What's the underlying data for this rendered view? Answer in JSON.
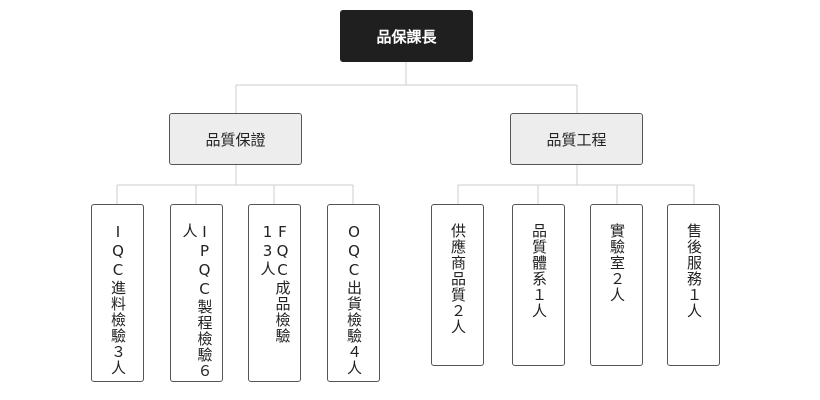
{
  "root": {
    "label": "品保課長"
  },
  "branches": [
    {
      "label": "品質保證",
      "children": [
        "IQC進料檢驗３人",
        "IPQC製程檢驗６人",
        "FQC成品檢驗13人",
        "OQC出貨檢驗４人"
      ]
    },
    {
      "label": "品質工程",
      "children": [
        "供應商品質２人",
        "品質體系１人",
        "實驗室２人",
        "售後服務１人"
      ]
    }
  ],
  "colors": {
    "root_fill": "#1f1f1f",
    "root_text": "#ffffff",
    "mid_fill": "#ededed",
    "line": "#cccccc",
    "border": "#555555"
  }
}
